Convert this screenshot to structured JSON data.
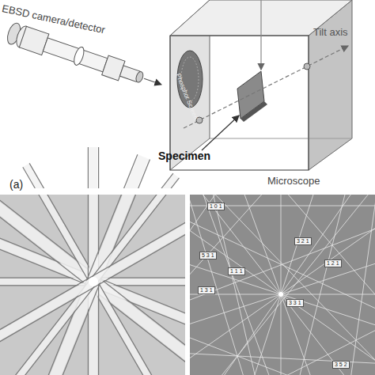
{
  "diagram": {
    "labels": [
      "EBSD camera/detector",
      "Phosphor Screen",
      "Tilt axis",
      "Specimen",
      "Microscope",
      "(a)",
      "1 0 1",
      "5 3 1",
      "3 2 1",
      "1 1 1",
      "1 2 1",
      "1 3 1",
      "3 3 1",
      "3 5 2"
    ]
  }
}
